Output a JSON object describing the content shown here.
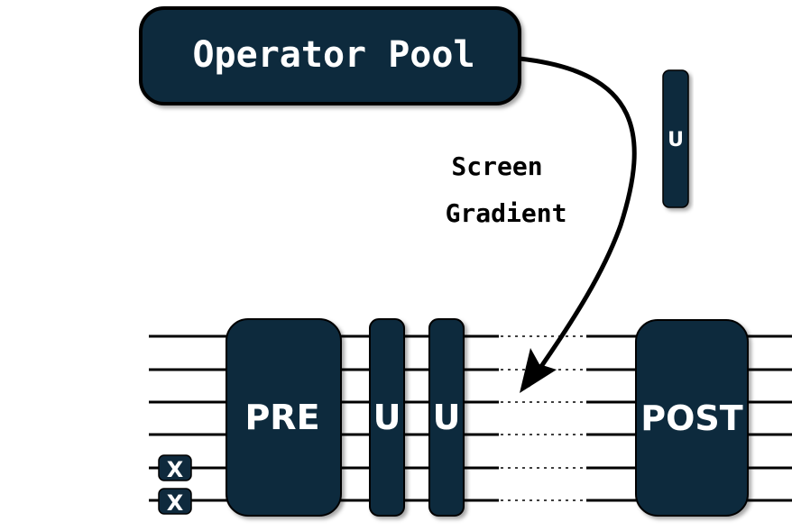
{
  "title": "Operator Pool",
  "arrow_label": [
    "Screen",
    "Gradient"
  ],
  "candidate_gate": "U",
  "blocks": {
    "pre": "PRE",
    "u1": "U",
    "u2": "U",
    "post": "POST"
  },
  "x_gates": [
    "X",
    "X"
  ],
  "colors": {
    "block_fill": "#0f2a3d",
    "block_stroke": "#000000",
    "text_light": "#ffffff",
    "wire": "#000000",
    "label": "#000000"
  },
  "qubit_wire_count": 6
}
